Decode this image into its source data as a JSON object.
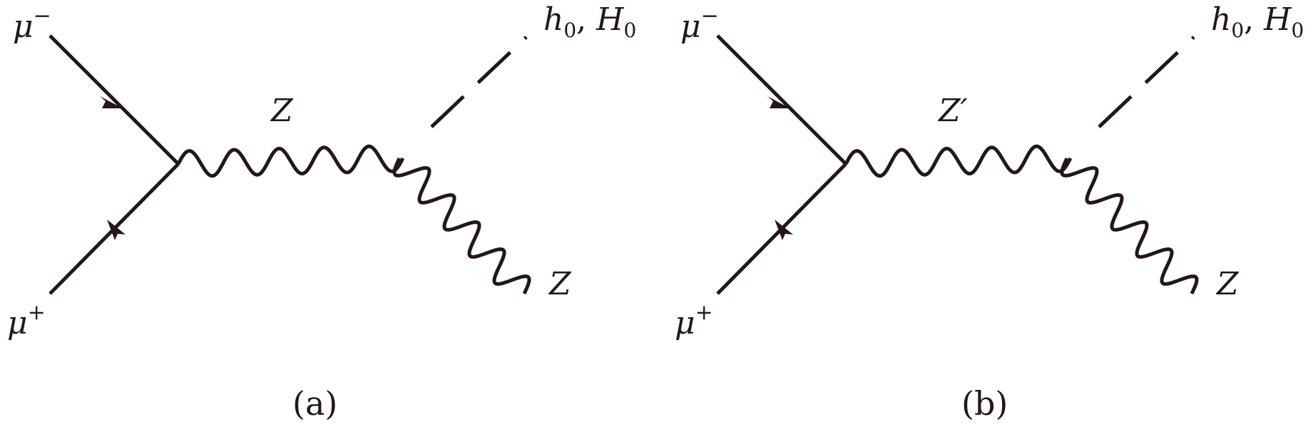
{
  "colors": {
    "ink": "#231815",
    "background": "#ffffff"
  },
  "diagrams": [
    {
      "caption": "(a)",
      "labels": {
        "mu_minus": "μ",
        "mu_minus_sup": "−",
        "mu_plus": "μ",
        "mu_plus_sup": "+",
        "propagator": "Z",
        "higgs_h": "h",
        "higgs_h_sub": "0",
        "higgs_sep": ", ",
        "higgs_H": "H",
        "higgs_H_sub": "0",
        "z_out": "Z"
      }
    },
    {
      "caption": "(b)",
      "labels": {
        "mu_minus": "μ",
        "mu_minus_sup": "−",
        "mu_plus": "μ",
        "mu_plus_sup": "+",
        "propagator": "Z′",
        "higgs_h": "h",
        "higgs_h_sub": "0",
        "higgs_sep": ", ",
        "higgs_H": "H",
        "higgs_H_sub": "0",
        "z_out": "Z"
      }
    }
  ]
}
